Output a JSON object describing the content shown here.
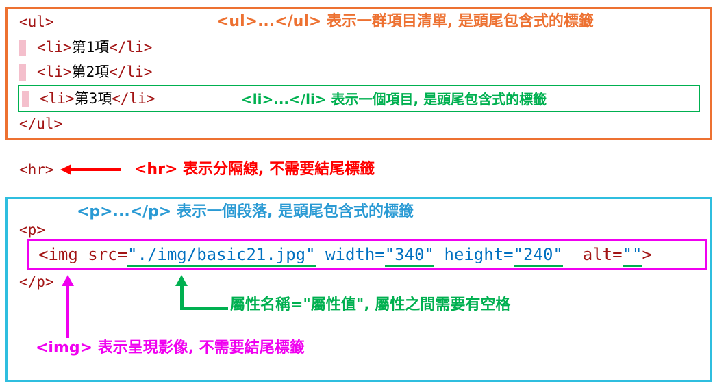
{
  "colors": {
    "orange": "#ED7131",
    "green": "#00B050",
    "red": "#FF0000",
    "cyan": "#2FBEDF",
    "blue": "#2A9AD4",
    "magenta": "#F000F0",
    "code_tag": "#A31515",
    "code_blue": "#0070C0",
    "pink_highlight": "#F4BFCC"
  },
  "ul_box": {
    "code": {
      "open": "<ul>",
      "li_open": "<li>",
      "li_close": "</li>",
      "items": [
        "第1項",
        "第2項",
        "第3項"
      ],
      "close": "</ul>"
    },
    "ul_annotation": {
      "tag": "<ul>...</ul>",
      "text": " 表示一群項目清單, 是頭尾包含式的標籤"
    },
    "li_annotation": {
      "tag": "<li>...</li>",
      "text": " 表示一個項目, 是頭尾包含式的標籤"
    }
  },
  "hr_row": {
    "code": "<hr>",
    "annotation": {
      "tag": "<hr>",
      "text": " 表示分隔線, 不需要結尾標籤"
    }
  },
  "p_box": {
    "p_annotation": {
      "tag": "<p>...</p>",
      "text": " 表示一個段落, 是頭尾包含式的標籤"
    },
    "code_p_open": "<p>",
    "code_p_close": "</p>",
    "img_tokens": [
      {
        "t": "<img ",
        "c": "tag"
      },
      {
        "t": "src=",
        "c": "tag"
      },
      {
        "t": "\"./img/basic21.jpg\"",
        "c": "blue",
        "u": true
      },
      {
        "t": " ",
        "c": "plain"
      },
      {
        "t": "width=",
        "c": "blue"
      },
      {
        "t": "\"340\"",
        "c": "blue",
        "u": true
      },
      {
        "t": " ",
        "c": "plain"
      },
      {
        "t": "height=",
        "c": "blue"
      },
      {
        "t": "\"240\"",
        "c": "blue",
        "u": true
      },
      {
        "t": "  ",
        "c": "plain"
      },
      {
        "t": "alt=",
        "c": "tag"
      },
      {
        "t": "\"\"",
        "c": "blue",
        "u": true
      },
      {
        "t": ">",
        "c": "tag"
      }
    ],
    "attr_annotation": "屬性名稱=\"屬性值\", 屬性之間需要有空格",
    "img_annotation": {
      "tag": "<img>",
      "text": " 表示呈現影像, 不需要結尾標籤"
    }
  }
}
